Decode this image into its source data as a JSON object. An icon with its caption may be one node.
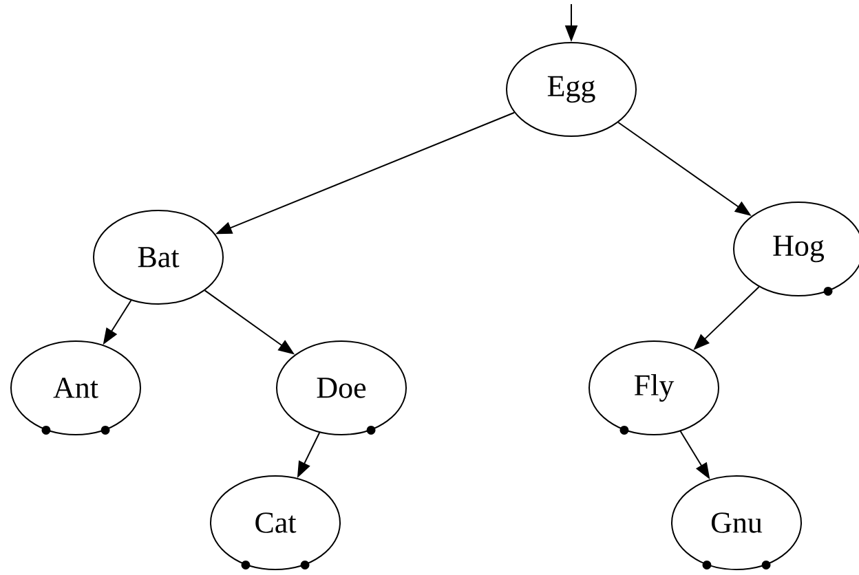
{
  "diagram": {
    "nodes": [
      {
        "text": [
          "Egg"
        ]
      },
      {
        "text": [
          "Bat"
        ]
      },
      {
        "text": [
          "Hog"
        ]
      },
      {
        "text": [
          "Ant"
        ]
      },
      {
        "text": [
          "Doe"
        ]
      },
      {
        "text": [
          "Fly"
        ]
      },
      {
        "text": [
          "Cat"
        ]
      },
      {
        "text": [
          "Gnu"
        ]
      }
    ],
    "edges": [
      {
        "from": null,
        "to": 0,
        "arrow": "to"
      },
      {
        "from": 0,
        "to": 1,
        "arrow": "to"
      },
      {
        "from": 0,
        "to": 2,
        "arrow": "to"
      },
      {
        "from": 1,
        "to": 3,
        "arrow": "to"
      },
      {
        "from": 1,
        "to": 4,
        "arrow": "to"
      },
      {
        "from": 4,
        "to": 6,
        "arrow": "to"
      },
      {
        "from": 2,
        "to": 5,
        "arrow": "to"
      },
      {
        "from": 5,
        "to": 7,
        "arrow": "to"
      }
    ]
  }
}
